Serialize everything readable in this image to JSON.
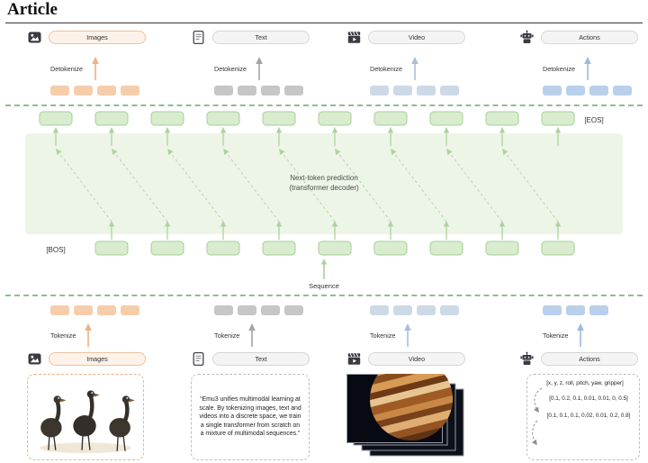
{
  "title": "Article",
  "labels": {
    "detokenize": "Detokenize",
    "tokenize": "Tokenize",
    "sequence": "Sequence",
    "bos": "[BOS]",
    "eos": "[EOS]",
    "ntp_line1": "Next-token prediction",
    "ntp_line2": "(transformer decoder)"
  },
  "modalities": {
    "images": {
      "label": "Images",
      "icon": "image-icon",
      "token_color": "#f6cdaa",
      "accent": "#eeb185",
      "pill_bg": "#fdf2e9",
      "pill_border": "#efc29e",
      "top_tokens": 4,
      "bottom_tokens": 4
    },
    "text": {
      "label": "Text",
      "icon": "document-icon",
      "token_color": "#c6c6c6",
      "accent": "#a3a3a3",
      "pill_bg": "#f4f4f5",
      "pill_border": "#d6d6da",
      "top_tokens": 4,
      "bottom_tokens": 4
    },
    "video": {
      "label": "Video",
      "icon": "clapperboard-icon",
      "token_color": "#cdd9e6",
      "accent": "#aabfd6",
      "pill_bg": "#f4f4f5",
      "pill_border": "#d6d6da",
      "top_tokens": 4,
      "bottom_tokens": 4
    },
    "actions": {
      "label": "Actions",
      "icon": "robot-icon",
      "token_color": "#b9cfec",
      "accent": "#9cb8e0",
      "pill_bg": "#f4f4f5",
      "pill_border": "#d6d6da",
      "top_tokens": 4,
      "bottom_tokens": 3
    }
  },
  "transformer": {
    "num_slots": 10,
    "token_fill": "#d9eccf",
    "token_border": "#a3d193",
    "box_fill": "#edf5e7",
    "arrow_color": "#aed29f"
  },
  "content": {
    "text_quote": "“Emu3 unifies multimodal learning at scale. By tokenizing images, text and videos into a discrete space, we train a single transformer from scratch on a mixture of multimodal sequences.”",
    "actions_header": "[x, y, z, roll, pitch, yaw, gripper]",
    "actions_vector1": "[0.1, 0.2, 0.1, 0.01, 0.01, 0, 0.5]",
    "actions_vector2": "[0.1, 0.1, 0.1, 0.02, 0.01, 0.2, 0.8]"
  },
  "colors": {
    "divider": "#8cbf8c",
    "rule": "#3a3a3a"
  }
}
